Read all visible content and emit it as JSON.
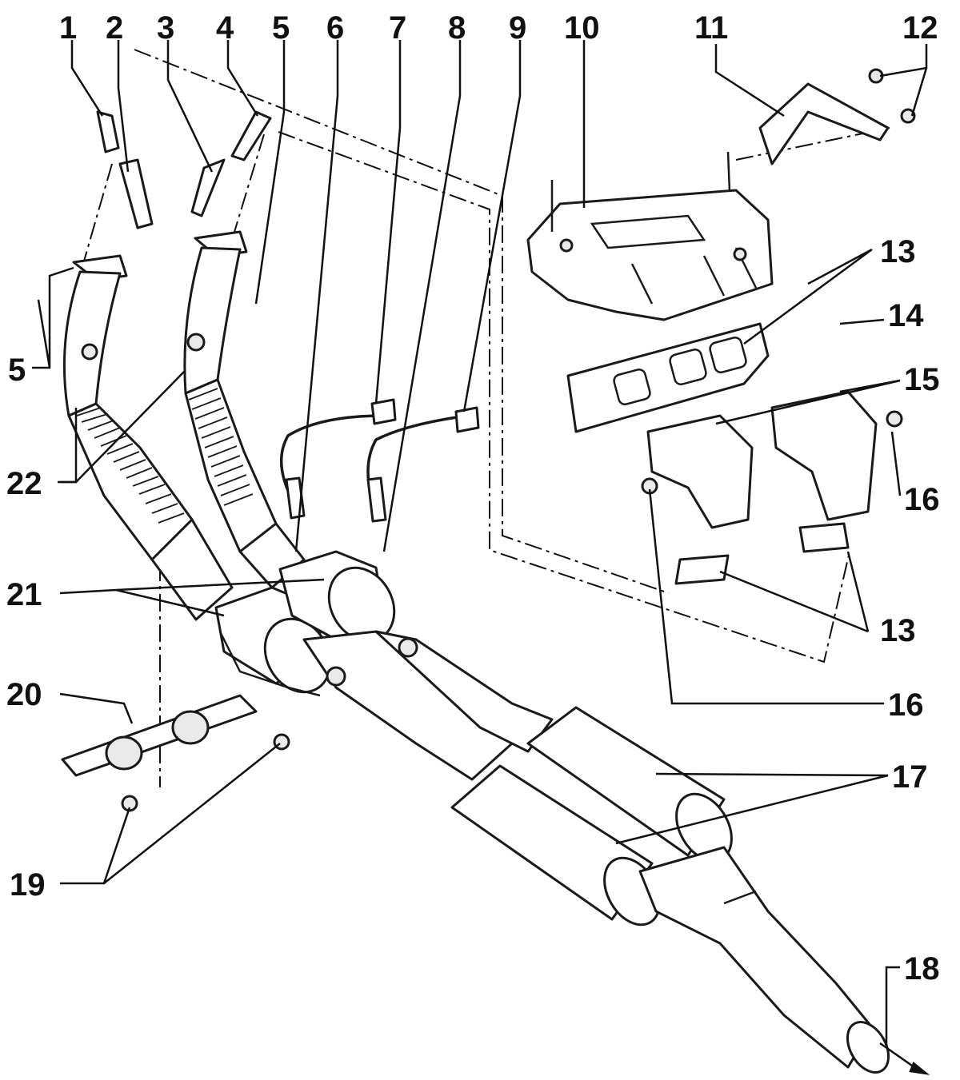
{
  "callouts": {
    "c1": "1",
    "c2": "2",
    "c3": "3",
    "c4": "4",
    "c5a": "5",
    "c5b": "5",
    "c6": "6",
    "c7": "7",
    "c8": "8",
    "c9": "9",
    "c10": "10",
    "c11": "11",
    "c12": "12",
    "c13a": "13",
    "c13b": "13",
    "c14": "14",
    "c15": "15",
    "c16a": "16",
    "c16b": "16",
    "c17": "17",
    "c18": "18",
    "c19": "19",
    "c20": "20",
    "c21": "21",
    "c22": "22"
  }
}
